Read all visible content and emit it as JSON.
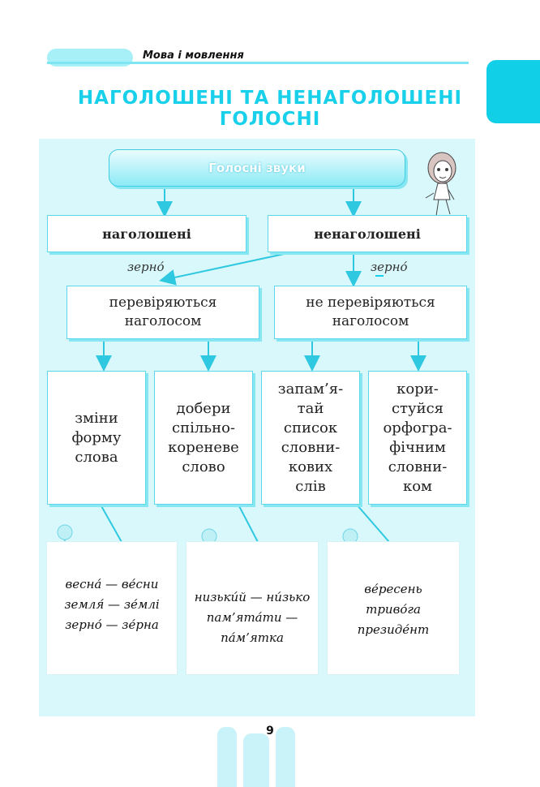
{
  "header": {
    "section": "Мова і мовлення"
  },
  "title": {
    "line1": "НАГОЛОШЕНІ ТА НЕНАГОЛОШЕНІ",
    "line2": "ГОЛОСНІ"
  },
  "diagram": {
    "root": "Голосні звуки",
    "stressed": "наголошені",
    "unstressed": "ненаголошені",
    "example_left": "зерно́",
    "example_right": "зерно́",
    "checked": {
      "line1": "перевіряються",
      "line2": "наголосом"
    },
    "not_checked": {
      "line1": "не перевіряються",
      "line2": "наголосом"
    },
    "rules": {
      "r1": {
        "l1": "зміни",
        "l2": "форму",
        "l3": "слова"
      },
      "r2": {
        "l1": "добери",
        "l2": "спільно-",
        "l3": "кореневе",
        "l4": "слово"
      },
      "r3": {
        "l1": "запам’я-",
        "l2": "тай",
        "l3": "список",
        "l4": "словни-",
        "l5": "кових",
        "l6": "слів"
      },
      "r4": {
        "l1": "кори-",
        "l2": "стуйся",
        "l3": "орфогра-",
        "l4": "фічним",
        "l5": "словни-",
        "l6": "ком"
      }
    },
    "notes": {
      "n1": {
        "l1": "весна́ — ве́сни",
        "l2": "земля́ — зе́млі",
        "l3": "зерно́ — зе́рна"
      },
      "n2": {
        "l1": "низьки́й — ни́зько",
        "l2": "пам’ята́ти —",
        "l3": "па́м’ятка"
      },
      "n3": {
        "l1": "ве́ресень",
        "l2": "триво́га",
        "l3": "президе́нт"
      }
    }
  },
  "footer": {
    "page": "9"
  },
  "colors": {
    "accent": "#19d0ea",
    "panel": "#d9f8fb",
    "line": "#2ec9e0"
  }
}
